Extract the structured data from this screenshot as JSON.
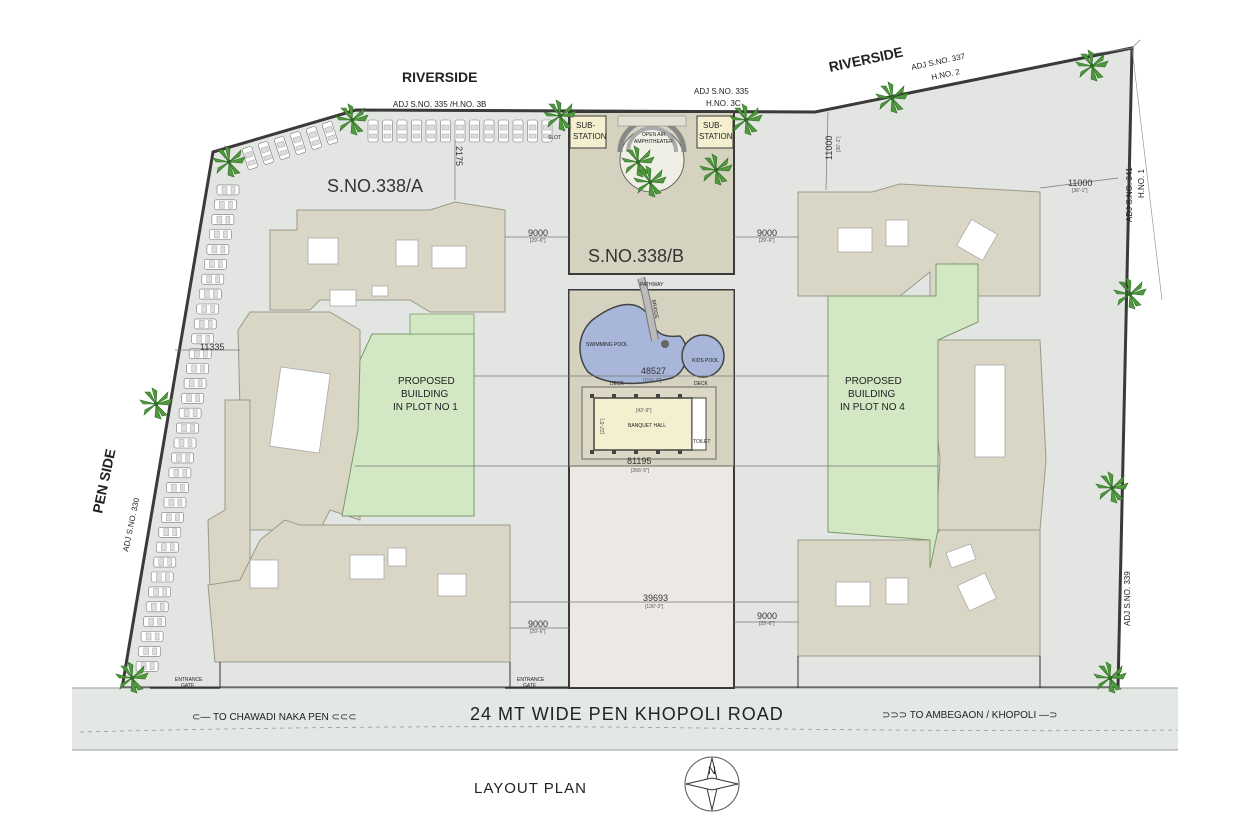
{
  "colors": {
    "site": "#e2e5e1",
    "building": "#d9d6c5",
    "green": "#d2e7c4",
    "amenity": "#d5d3c0",
    "pool": "#a7b6d9",
    "road": "#e4e8e4",
    "boundary": "#3a3a3a",
    "hall": "#f4efcf"
  },
  "labels": {
    "riverside_left": "RIVERSIDE",
    "riverside_right": "RIVERSIDE",
    "adj_335_3b": "ADJ S.NO. 335 /H.NO. 3B",
    "adj_335_3c_a": "ADJ S.NO. 335",
    "adj_335_3c_b": "H.NO. 3C",
    "adj_337_a": "ADJ S.NO. 337",
    "adj_337_b": "H.NO. 2",
    "adj_341_a": "ADJ S.NO. 341",
    "adj_341_b": "H.NO. 1",
    "adj_339": "ADJ S.NO. 339",
    "adj_330": "ADJ S.NO. 330",
    "pen_side": "PEN SIDE",
    "sno_338a": "S.NO.338/A",
    "sno_338b": "S.NO.338/B",
    "sub_station_a": "SUB-",
    "sub_station_b": "STATION",
    "amphitheater_a": "OPEN AIR",
    "amphitheater_b": "AMPHITHEATER",
    "pathway": "PATHWAY",
    "bridge": "BRIDGE",
    "swimming_pool": "SWIMMING POOL",
    "kids_pool": "KIDS POOL",
    "deck_left": "DECK",
    "deck_right": "DECK",
    "banquet_hall": "BANQUET HALL",
    "toilet": "TOILET",
    "plot1_a": "PROPOSED",
    "plot1_b": "BUILDING",
    "plot1_c": "IN PLOT NO 1",
    "plot4_a": "PROPOSED",
    "plot4_b": "BUILDING",
    "plot4_c": "IN PLOT NO 4",
    "entrance_gate_a": "ENTRANCE",
    "entrance_gate_b": "GATE",
    "road_name": "24 MT WIDE PEN KHOPOLI ROAD",
    "to_chawadi": "⊂— TO CHAWADI NAKA PEN ⊂⊂⊂",
    "to_ambegaon": "⊃⊃⊃ TO AMBEGAON / KHOPOLI —⊃",
    "layout_plan": "LAYOUT  PLAN",
    "north": "N",
    "parking_lot": "SLOT"
  },
  "dimensions": {
    "d9000_tl": "9000",
    "d9000_tl_ft": "[29'-6\"]",
    "d9000_tr": "9000",
    "d9000_tr_ft": "[29'-6\"]",
    "d9000_bl": "9000",
    "d9000_bl_ft": "[29'-6\"]",
    "d9000_br": "9000",
    "d9000_br_ft": "[29'-6\"]",
    "d11000_top": "11000",
    "d11000_top_ft": "[36'-1\"]",
    "d11000_right": "11000",
    "d11000_right_ft": "[36'-1\"]",
    "d2175": "2175",
    "d11335": "11335",
    "d48527": "48527",
    "d48527_ft": "[159'-3\"]",
    "d81195": "81195",
    "d81195_ft": "[266'-5\"]",
    "d39693": "39693",
    "d39693_ft": "[130'-3\"]",
    "hall_w": "[43'-9\"]",
    "hall_h": "[22'-5\"]"
  },
  "icons": [
    "palm-tree-icon",
    "north-arrow-icon",
    "car-parking-icon"
  ]
}
